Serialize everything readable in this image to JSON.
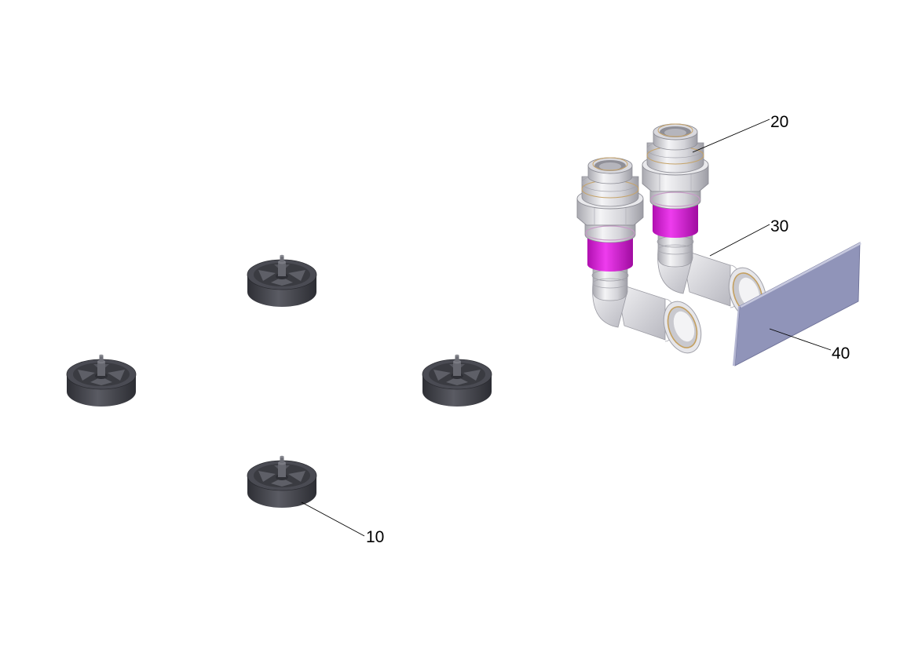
{
  "callouts": [
    {
      "id": "foot",
      "label": "10"
    },
    {
      "id": "fitting-top",
      "label": "20"
    },
    {
      "id": "elbow",
      "label": "30"
    },
    {
      "id": "plate",
      "label": "40"
    }
  ],
  "colors": {
    "foot_dark": "#3c3d44",
    "foot_mid": "#55565e",
    "fitting_silver": "#d8d8dc",
    "fitting_band": "#d21fd2",
    "plate_fill": "#8f92b8",
    "leader": "#000000"
  }
}
